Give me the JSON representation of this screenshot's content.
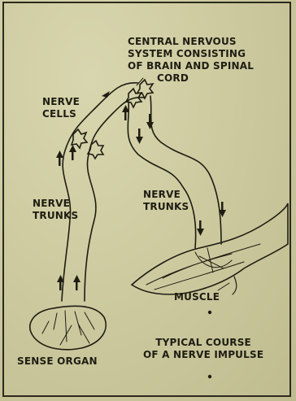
{
  "labels": {
    "cns_line1": "CENTRAL NERVOUS",
    "cns_line2": "SYSTEM CONSISTING",
    "cns_line3": "OF BRAIN AND SPINAL",
    "cns_line4": "CORD",
    "nerve_cells_line1": "NERVE",
    "nerve_cells_line2": "CELLS",
    "left_trunks_line1": "NERVE",
    "left_trunks_line2": "TRUNKS",
    "right_trunks_line1": "NERVE",
    "right_trunks_line2": "TRUNKS",
    "muscle": "MUSCLE",
    "sense_organ": "SENSE ORGAN",
    "caption_line1": "TYPICAL COURSE",
    "caption_line2": "OF A NERVE IMPULSE"
  },
  "colors": {
    "paper": "#cfcca2",
    "ink": "#1e1d12"
  }
}
